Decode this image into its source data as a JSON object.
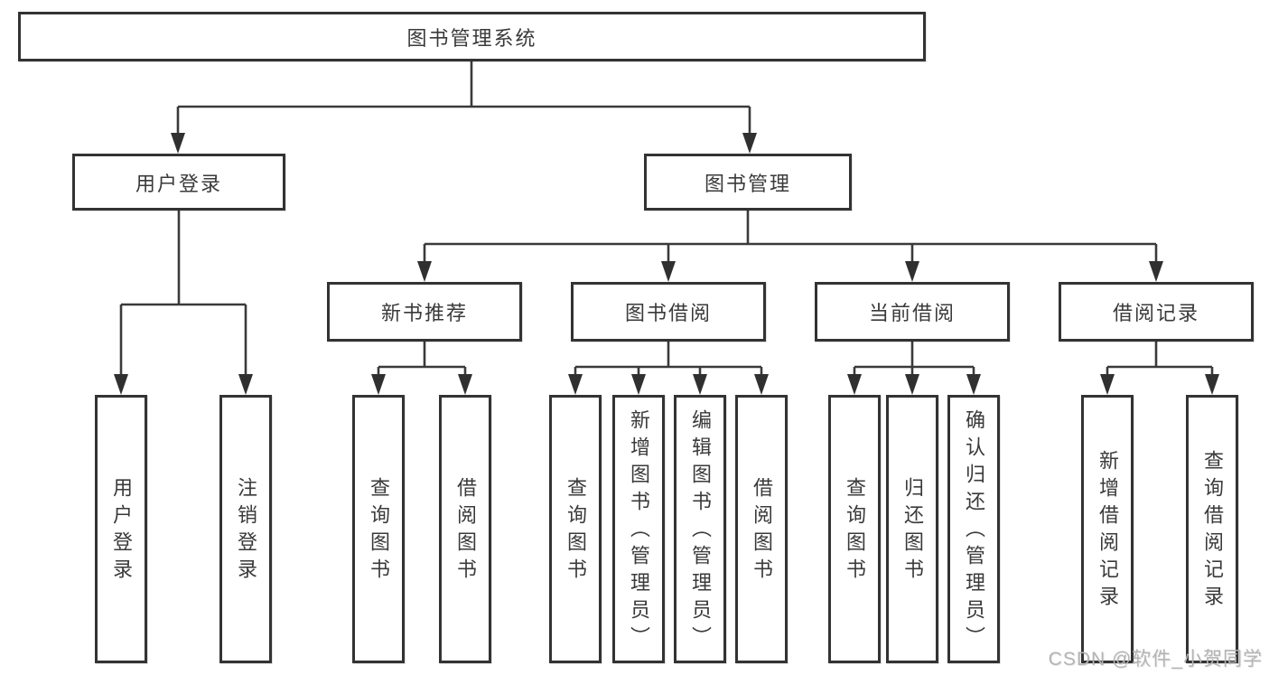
{
  "nodes": {
    "root": "图书管理系统",
    "branches": [
      {
        "label": "用户登录",
        "children": [
          "用户登录",
          "注销登录"
        ]
      },
      {
        "label": "图书管理",
        "sections": [
          {
            "label": "新书推荐",
            "children": [
              "查询图书",
              "借阅图书"
            ]
          },
          {
            "label": "图书借阅",
            "children": [
              "查询图书",
              "新增图书（管理员）",
              "编辑图书（管理员）",
              "借阅图书"
            ]
          },
          {
            "label": "当前借阅",
            "children": [
              "查询图书",
              "归还图书",
              "确认归还（管理员）"
            ]
          },
          {
            "label": "借阅记录",
            "children": [
              "新增借阅记录",
              "查询借阅记录"
            ]
          }
        ]
      }
    ]
  },
  "watermark": {
    "text": "CSDN @软件_小贺同学"
  },
  "colors": {
    "line": "#3a3a3a",
    "box_border": "#333333",
    "text": "#3a3a3a",
    "background": "#ffffff",
    "watermark": "#b4b4b4"
  }
}
